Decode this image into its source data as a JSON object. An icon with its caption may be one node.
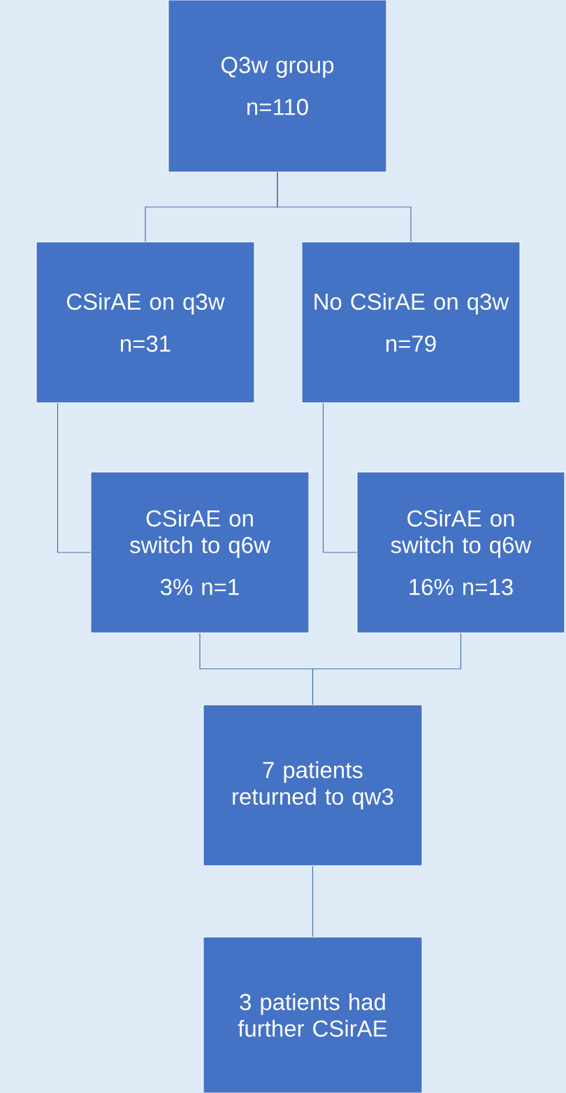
{
  "diagram": {
    "nodes": [
      {
        "text": [
          "Q3w group",
          "n=110"
        ]
      },
      {
        "text": [
          "CSirAE on q3w",
          "n=31"
        ]
      },
      {
        "text": [
          "No CSirAE on q3w",
          "n=79"
        ]
      },
      {
        "text": [
          "CSirAE on switch to q6w",
          "3% n=1"
        ]
      },
      {
        "text": [
          "CSirAE on switch to q6w",
          "16% n=13"
        ]
      },
      {
        "text": [
          "7 patients returned to qw3"
        ]
      },
      {
        "text": [
          "3 patients had further CSirAE"
        ]
      }
    ],
    "edges": [
      {
        "from": 0,
        "to": 1,
        "arrow": "none"
      },
      {
        "from": 0,
        "to": 2,
        "arrow": "none"
      },
      {
        "from": 1,
        "to": 3,
        "arrow": "none"
      },
      {
        "from": 2,
        "to": 4,
        "arrow": "none"
      },
      {
        "from": 3,
        "to": 5,
        "arrow": "none"
      },
      {
        "from": 4,
        "to": 5,
        "arrow": "none"
      },
      {
        "from": 5,
        "to": 6,
        "arrow": "none"
      }
    ]
  }
}
